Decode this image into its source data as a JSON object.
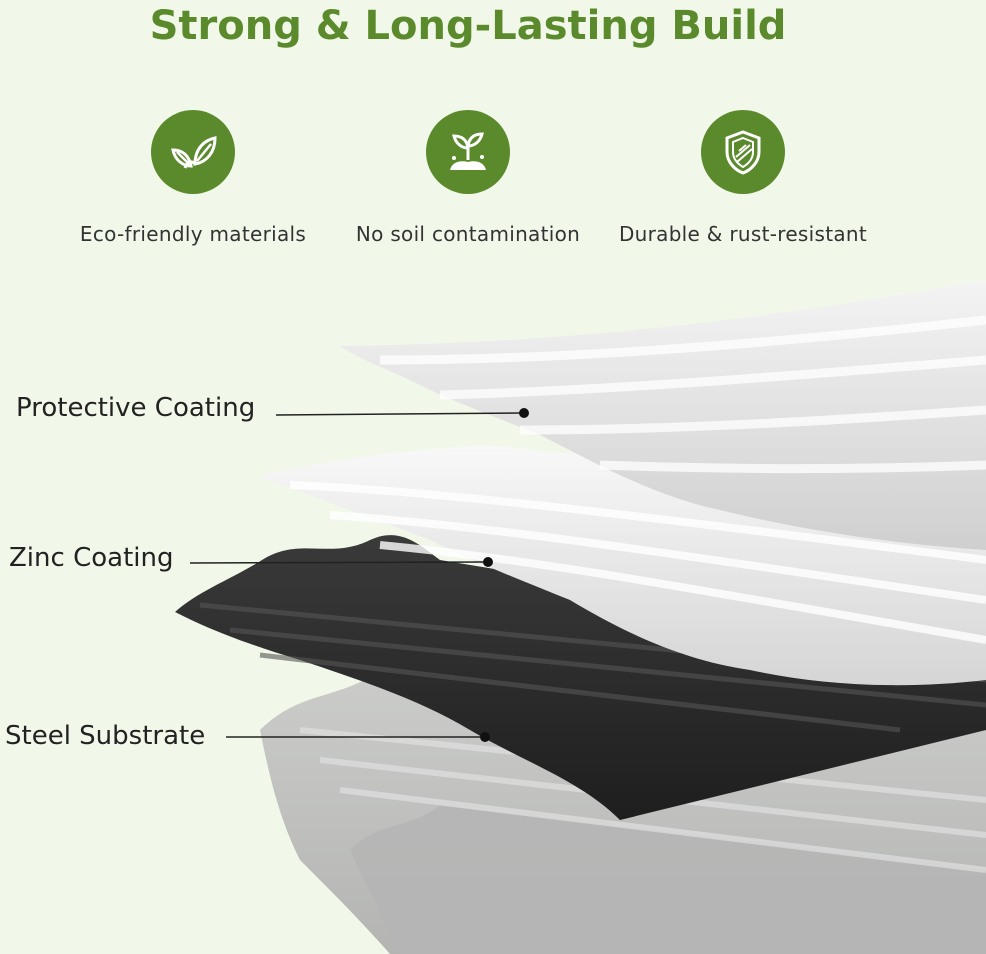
{
  "title": "Strong & Long-Lasting Build",
  "features": [
    {
      "icon": "leaves-icon",
      "label": "Eco-friendly materials"
    },
    {
      "icon": "seedling-soil-icon",
      "label": "No soil contamination"
    },
    {
      "icon": "shield-icon",
      "label": "Durable & rust-resistant"
    }
  ],
  "callouts": {
    "protective": "Protective Coating",
    "zinc": "Zinc Coating",
    "steel": "Steel Substrate"
  },
  "colors": {
    "brand_green": "#5b8a2c",
    "background": "#f1f8e9",
    "protective_layer": "#d9d9d9",
    "zinc_layer": "#e6e6e6",
    "steel_layer": "#2b2b2b",
    "base_layer": "#bdbdbd"
  }
}
